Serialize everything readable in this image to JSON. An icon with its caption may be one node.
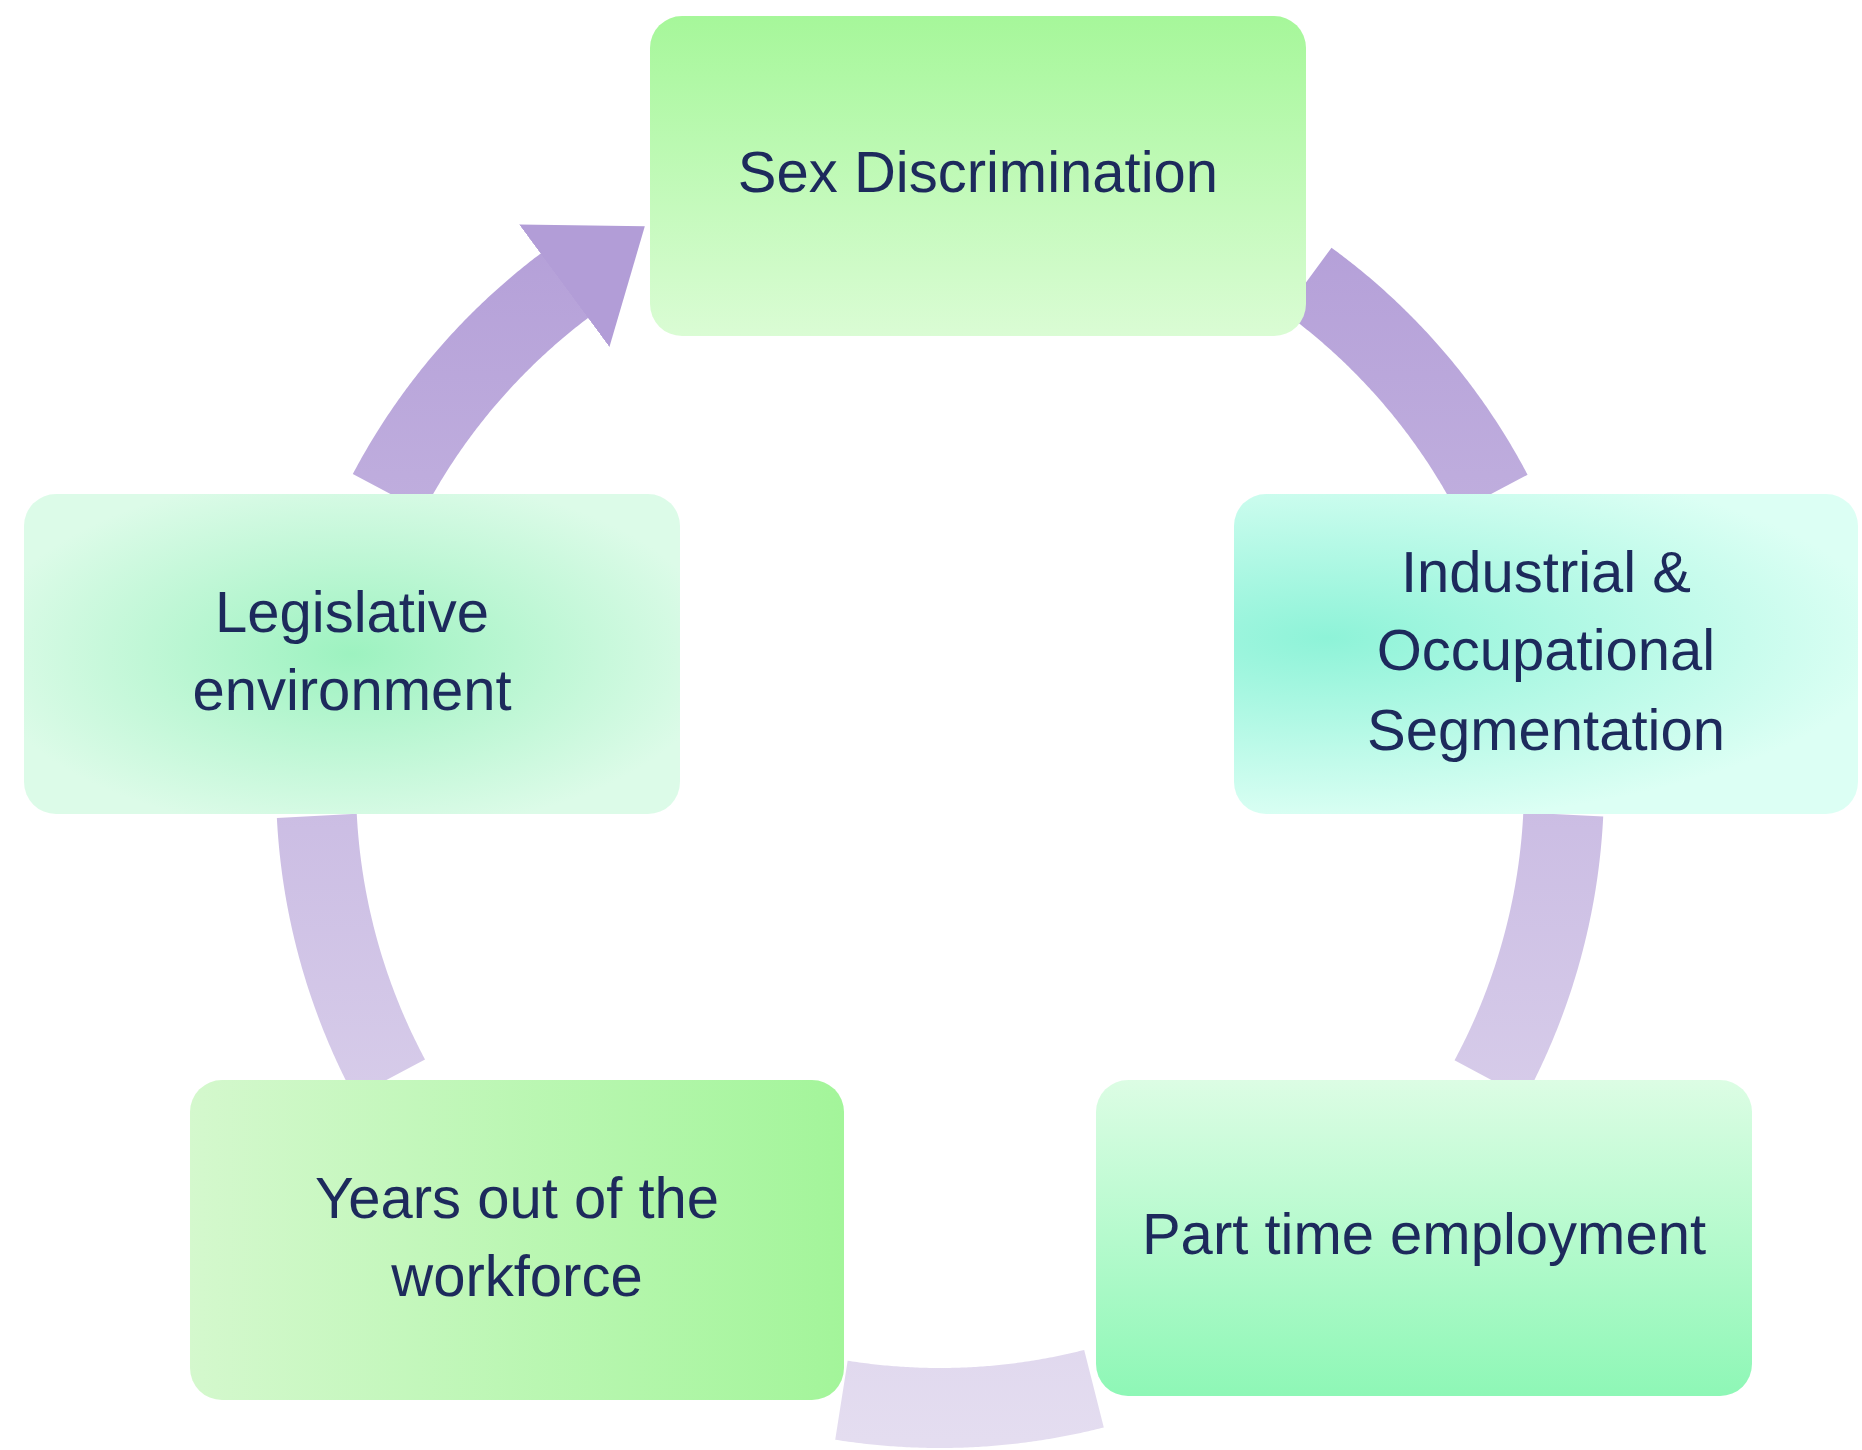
{
  "diagram": {
    "nodes": [
      {
        "text": [
          "Sex Discrimination"
        ]
      },
      {
        "text": [
          "Industrial & Occupational Segmentation"
        ]
      },
      {
        "text": [
          "Part time employment"
        ]
      },
      {
        "text": [
          "Years out of the workforce"
        ]
      },
      {
        "text": [
          "Legislative environment"
        ]
      }
    ],
    "edges": [
      {
        "from": 0,
        "to": 1,
        "arrow": "none"
      },
      {
        "from": 1,
        "to": 2,
        "arrow": "none"
      },
      {
        "from": 2,
        "to": 3,
        "arrow": "none"
      },
      {
        "from": 3,
        "to": 4,
        "arrow": "none"
      },
      {
        "from": 4,
        "to": 0,
        "arrow": "to"
      }
    ]
  }
}
